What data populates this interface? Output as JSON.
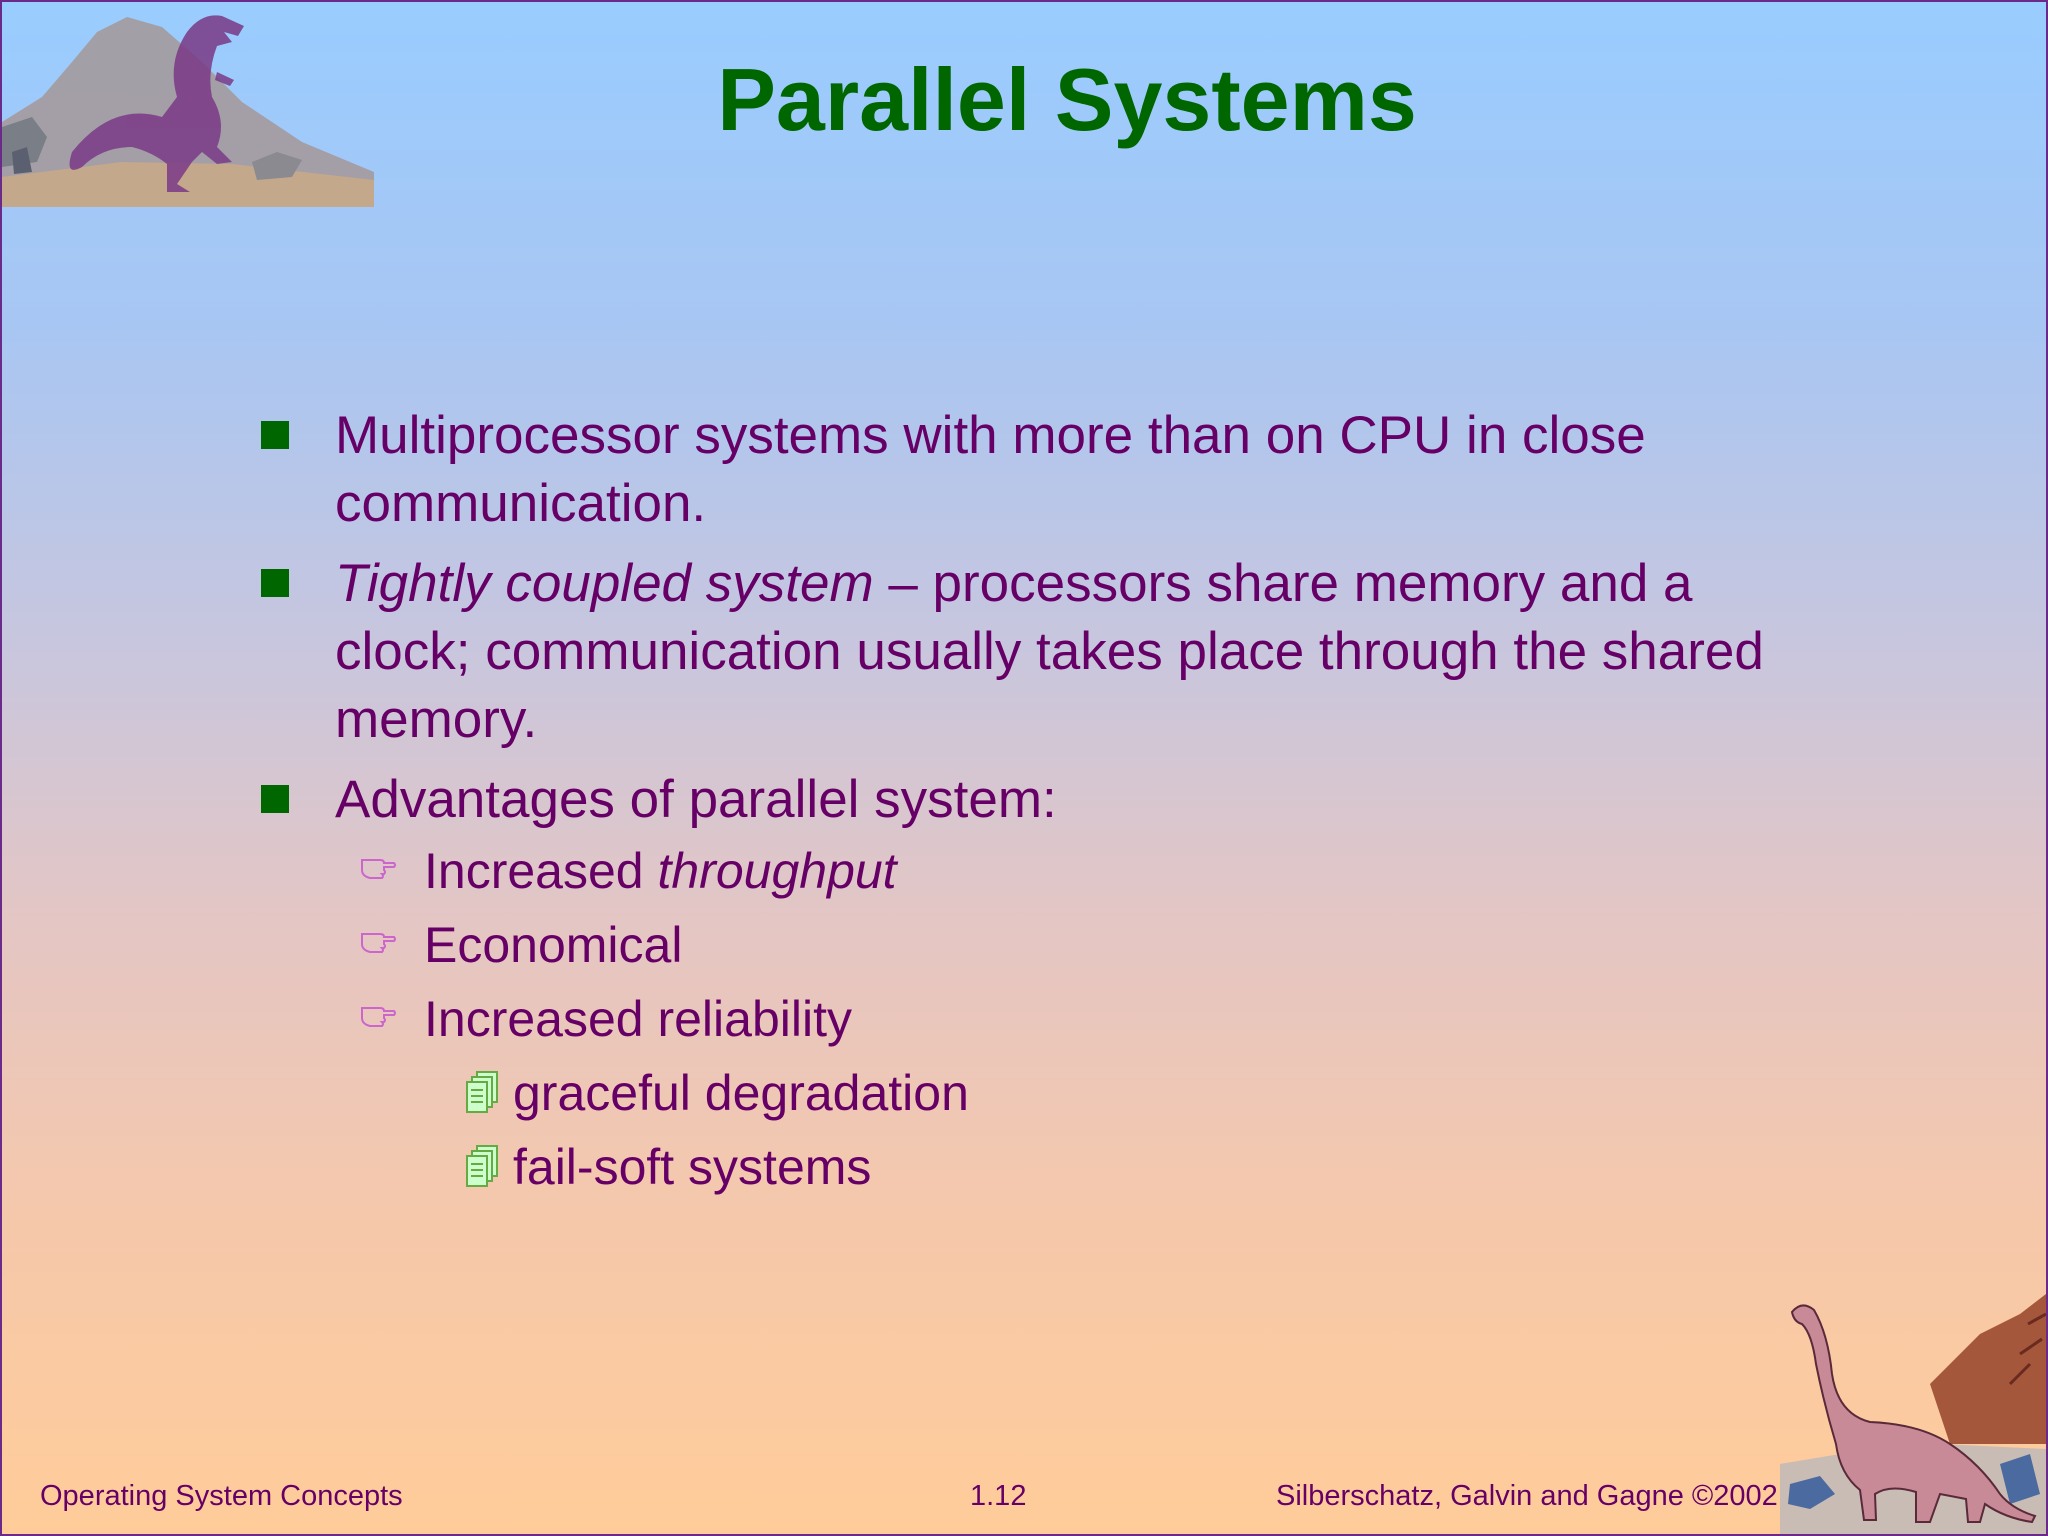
{
  "slide": {
    "title": "Parallel Systems",
    "bullets": [
      {
        "text": "Multiprocessor systems with more than on CPU in close communication."
      },
      {
        "italic": "Tightly coupled system",
        "text": " – processors share memory and a clock; communication usually takes place through the shared memory."
      },
      {
        "text": "Advantages of parallel system:",
        "subitems": [
          {
            "text": "Increased ",
            "italic": "throughput"
          },
          {
            "text": "Economical"
          },
          {
            "text": "Increased reliability",
            "subitems": [
              {
                "text": "graceful degradation"
              },
              {
                "text": "fail-soft systems"
              }
            ]
          }
        ]
      }
    ]
  },
  "footer": {
    "left": "Operating System Concepts",
    "center": "1.12",
    "right": "Silberschatz, Galvin and  Gagne ©2002"
  },
  "icons": {
    "level1": "square-bullet-icon",
    "level2": "pointing-hand-icon",
    "level3": "documents-icon"
  },
  "colors": {
    "title": "#006600",
    "body_text": "#660066",
    "bullet": "#006600"
  }
}
